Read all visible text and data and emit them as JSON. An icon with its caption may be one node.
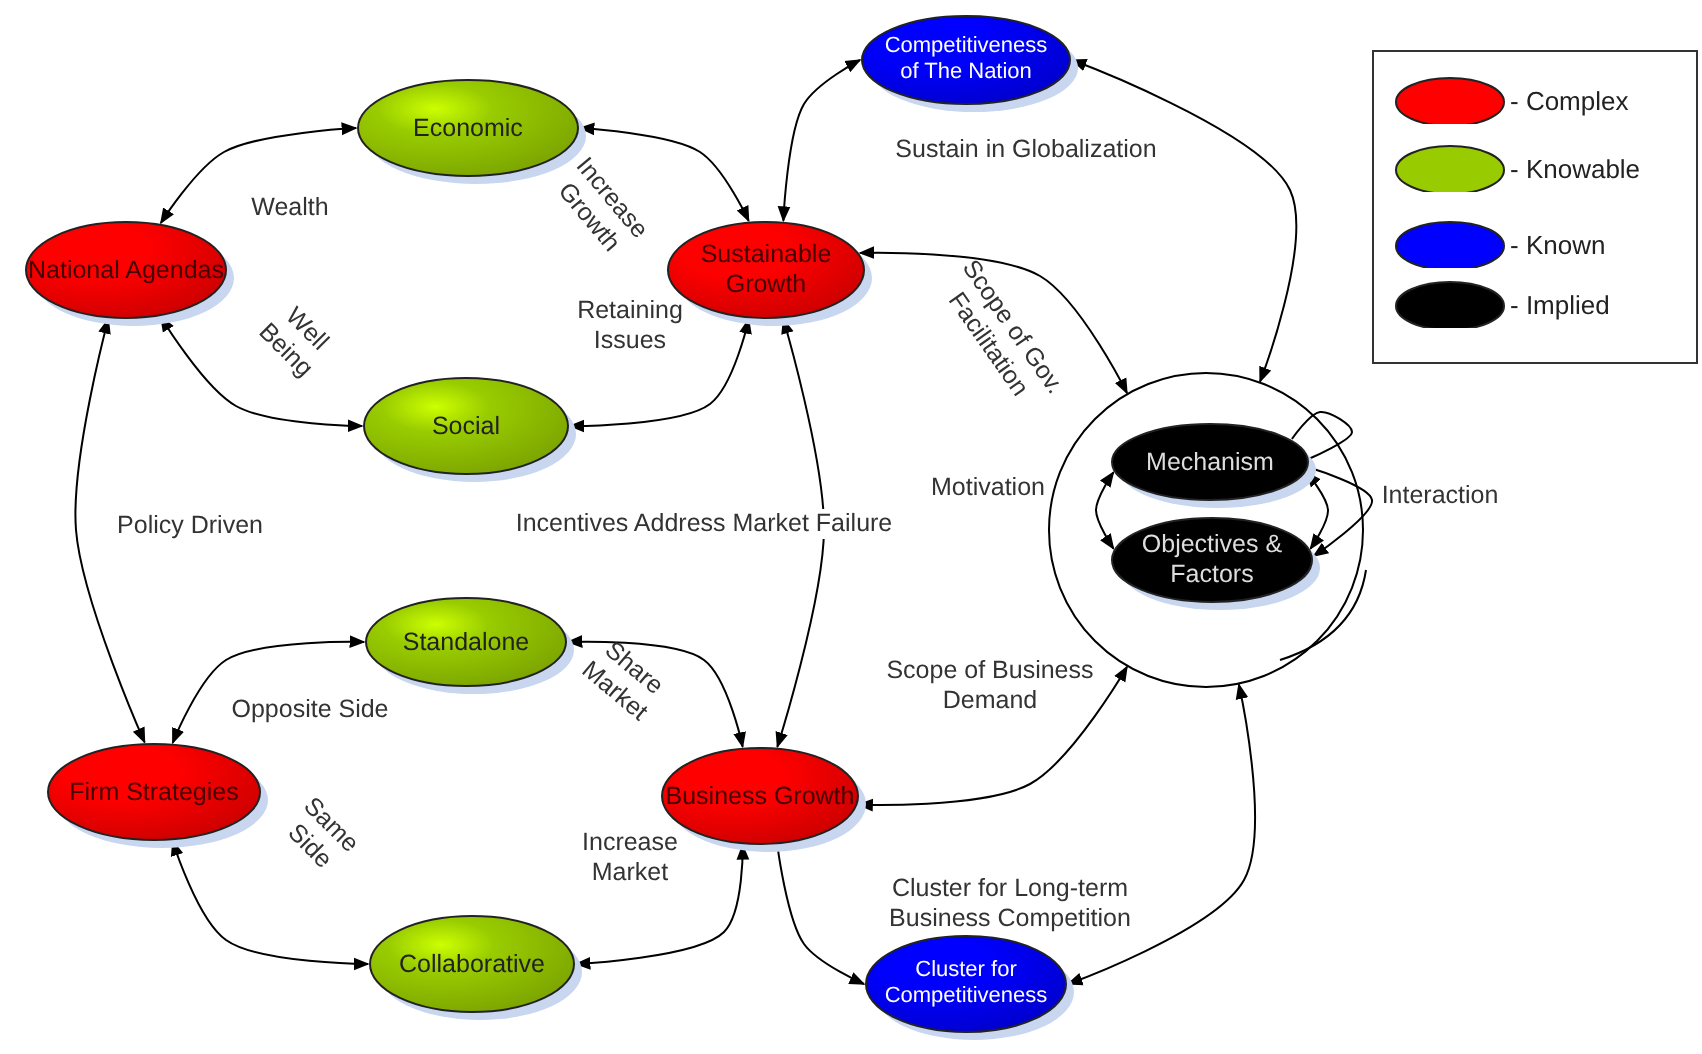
{
  "diagram": {
    "nodes": [
      {
        "text": [
          "Competitiveness of The Nation"
        ]
      },
      {
        "text": [
          "Economic"
        ]
      },
      {
        "text": [
          "National Agendas"
        ]
      },
      {
        "text": [
          "Sustainable Growth"
        ]
      },
      {
        "text": [
          "Social"
        ]
      },
      {
        "text": [],
        "shape": "circle"
      },
      {
        "text": [
          "Mechanism"
        ],
        "in": 5
      },
      {
        "text": [
          "Objectives & Factors"
        ],
        "in": 5
      },
      {
        "text": [
          "Standalone"
        ]
      },
      {
        "text": [
          "Firm Strategies"
        ]
      },
      {
        "text": [
          "Business Growth"
        ]
      },
      {
        "text": [
          "Collaborative"
        ]
      },
      {
        "text": [
          "Cluster for Competitiveness"
        ]
      }
    ],
    "edges": [
      {
        "from": 1,
        "to": 2,
        "arrow": "both",
        "label": "Wealth"
      },
      {
        "from": 2,
        "to": 4,
        "arrow": "both",
        "label": "Well Being"
      },
      {
        "from": 1,
        "to": 3,
        "arrow": "both",
        "label": "Increase Growth"
      },
      {
        "from": 4,
        "to": 3,
        "arrow": "both",
        "label": "Retaining Issues"
      },
      {
        "from": 0,
        "to": 3,
        "arrow": "both"
      },
      {
        "from": 0,
        "to": 5,
        "arrow": "both"
      },
      {
        "from": 3,
        "to": 5,
        "arrow": "both",
        "label": "Scope of Gov. Facilitation"
      },
      {
        "from": 2,
        "to": 9,
        "arrow": "both",
        "label": "Policy Driven"
      },
      {
        "from": 3,
        "to": 10,
        "arrow": "both",
        "label": "Incentives Address Market Failure"
      },
      {
        "from": 8,
        "to": 9,
        "arrow": "both",
        "label": "Opposite Side"
      },
      {
        "from": 8,
        "to": 10,
        "arrow": "both",
        "label": "Share Market"
      },
      {
        "from": 9,
        "to": 11,
        "arrow": "both",
        "label": "Same Side"
      },
      {
        "from": 11,
        "to": 10,
        "arrow": "both",
        "label": "Increase Market"
      },
      {
        "from": 10,
        "to": 5,
        "arrow": "both",
        "label": "Scope of Business Demand"
      },
      {
        "from": 10,
        "to": 12,
        "arrow": "to",
        "label": "Cluster for Long-term Business Competition"
      },
      {
        "from": 12,
        "to": 5,
        "arrow": "both"
      },
      {
        "from": 6,
        "to": 7,
        "arrow": "both",
        "label": "Motivation"
      },
      {
        "from": 6,
        "to": 7,
        "arrow": "both"
      },
      {
        "from": 6,
        "to": 6,
        "arrow": "none"
      },
      {
        "from": 6,
        "to": 7,
        "arrow": "to",
        "label": "Interaction"
      }
    ],
    "labels": [
      "Sustain in Globalization"
    ],
    "legend": [
      {
        "text": "- Complex",
        "color": "#ff0000"
      },
      {
        "text": "- Knowable",
        "color": "#99cc00"
      },
      {
        "text": "- Known",
        "color": "#0000ff"
      },
      {
        "text": "- Implied",
        "color": "#000000"
      }
    ]
  }
}
